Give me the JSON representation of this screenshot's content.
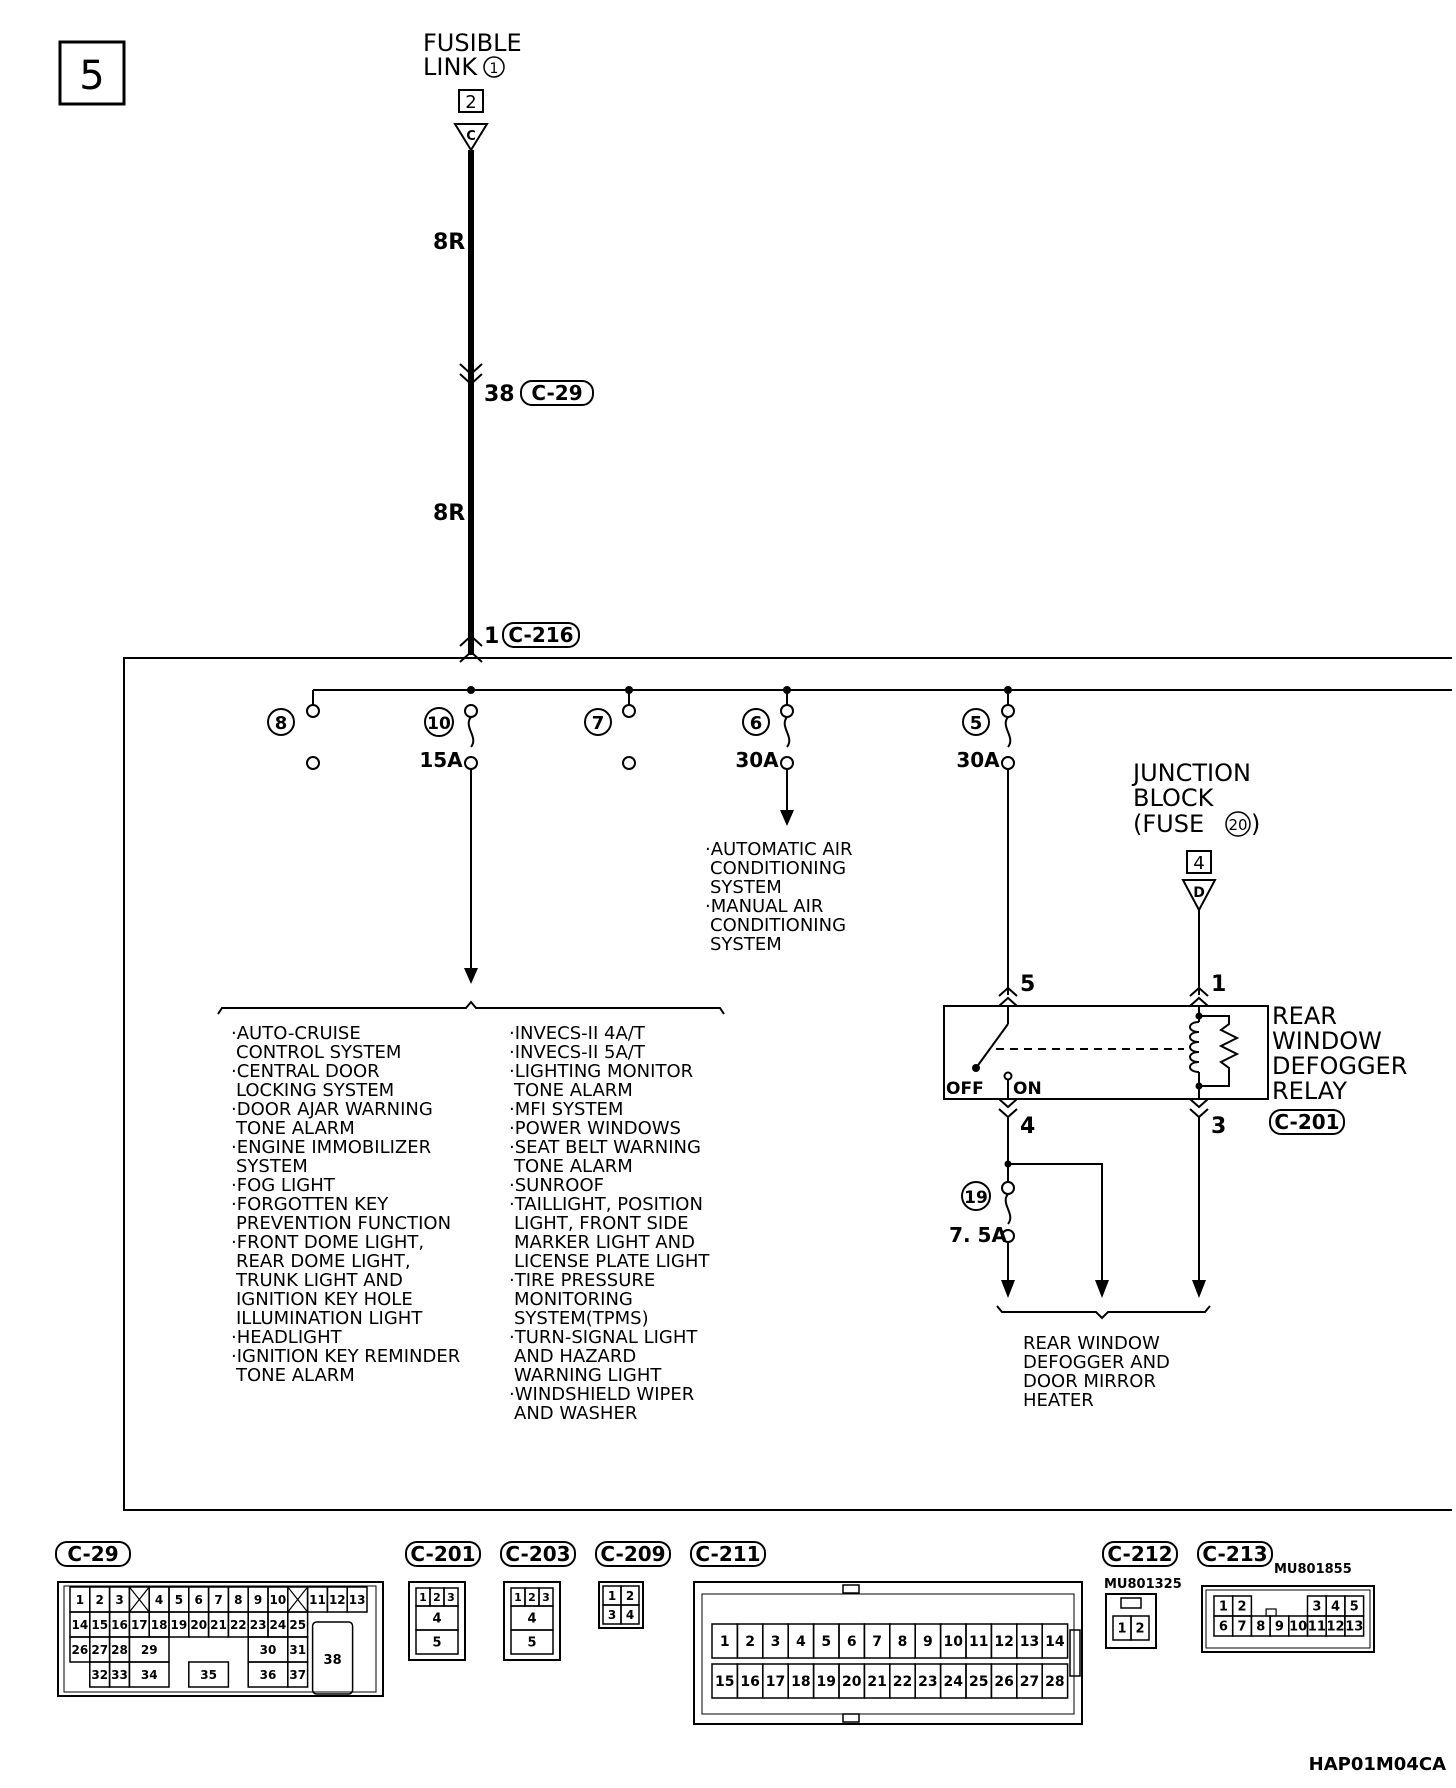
{
  "page_number": "5",
  "source": {
    "name_line1": "FUSIBLE",
    "name_line2": "LINK",
    "link_number": "1",
    "terminal": "2",
    "letter": "C"
  },
  "wires": {
    "upper_color": "8R",
    "lower_color": "8R"
  },
  "connectors_inline": {
    "c29": {
      "pin": "38",
      "label": "C-29"
    },
    "c216": {
      "pin": "1",
      "label": "C-216"
    }
  },
  "fuses": [
    {
      "number": "8",
      "amp": ""
    },
    {
      "number": "10",
      "amp": "15A"
    },
    {
      "number": "7",
      "amp": ""
    },
    {
      "number": "6",
      "amp": "30A"
    },
    {
      "number": "5",
      "amp": "30A"
    },
    {
      "number": "19",
      "amp": "7. 5A"
    }
  ],
  "ac_systems": [
    "·AUTOMATIC AIR",
    "CONDITIONING",
    "SYSTEM",
    "·MANUAL AIR",
    "CONDITIONING",
    "SYSTEM"
  ],
  "systems_left": [
    "·AUTO-CRUISE",
    "CONTROL SYSTEM",
    "·CENTRAL DOOR",
    "LOCKING SYSTEM",
    "·DOOR AJAR WARNING",
    "TONE ALARM",
    "·ENGINE IMMOBILIZER",
    "SYSTEM",
    "·FOG LIGHT",
    "·FORGOTTEN KEY",
    "PREVENTION FUNCTION",
    "·FRONT DOME LIGHT,",
    "REAR DOME LIGHT,",
    "TRUNK LIGHT AND",
    "IGNITION KEY HOLE",
    "ILLUMINATION LIGHT",
    "·HEADLIGHT",
    "·IGNITION KEY REMINDER",
    "TONE ALARM"
  ],
  "systems_right": [
    "·INVECS-II 4A/T",
    "·INVECS-II 5A/T",
    "·LIGHTING MONITOR",
    "TONE ALARM",
    "·MFI SYSTEM",
    "·POWER WINDOWS",
    "·SEAT BELT WARNING",
    "TONE ALARM",
    "·SUNROOF",
    "·TAILLIGHT, POSITION",
    "LIGHT, FRONT SIDE",
    "MARKER LIGHT AND",
    "LICENSE PLATE LIGHT",
    "·TIRE PRESSURE",
    "MONITORING",
    "SYSTEM(TPMS)",
    "·TURN-SIGNAL LIGHT",
    "AND HAZARD",
    "WARNING LIGHT",
    "·WINDSHIELD WIPER",
    "AND WASHER"
  ],
  "junction": {
    "line1": "JUNCTION",
    "line2": "BLOCK",
    "line3": "(FUSE",
    "fuse_number": "20",
    "line3_end": ")",
    "terminal": "4",
    "letter": "D"
  },
  "relay": {
    "name": [
      "REAR",
      "WINDOW",
      "DEFOGGER",
      "RELAY"
    ],
    "connector": "C-201",
    "pin_in_switch": "5",
    "pin_in_coil": "1",
    "pin_out_switch": "4",
    "pin_out_coil": "3",
    "off_label": "OFF",
    "on_label": "ON"
  },
  "load": [
    "REAR WINDOW",
    "DEFOGGER AND",
    "DOOR MIRROR",
    "HEATER"
  ],
  "connector_views": {
    "c29": {
      "label": "C-29",
      "row1": [
        "1",
        "2",
        "3",
        "",
        "4",
        "5",
        "6",
        "7",
        "8",
        "9",
        "10",
        "",
        "11",
        "12",
        "13"
      ],
      "row2": [
        "14",
        "15",
        "16",
        "17",
        "18",
        "19",
        "20",
        "21",
        "22",
        "23",
        "24",
        "25"
      ],
      "row3": [
        "26",
        "27",
        "28",
        "29",
        "30",
        "31"
      ],
      "row4": [
        "32",
        "33",
        "34",
        "35",
        "36",
        "37"
      ],
      "big": "38"
    },
    "c201": {
      "label": "C-201",
      "pins": [
        "1",
        "2",
        "3",
        "4",
        "5"
      ]
    },
    "c203": {
      "label": "C-203",
      "pins": [
        "1",
        "2",
        "3",
        "4",
        "5"
      ]
    },
    "c209": {
      "label": "C-209",
      "pins": [
        "1",
        "2",
        "3",
        "4"
      ]
    },
    "c211": {
      "label": "C-211",
      "top": [
        "1",
        "2",
        "3",
        "4",
        "5",
        "6",
        "7",
        "8",
        "9",
        "10",
        "11",
        "12",
        "13",
        "14"
      ],
      "bottom": [
        "15",
        "16",
        "17",
        "18",
        "19",
        "20",
        "21",
        "22",
        "23",
        "24",
        "25",
        "26",
        "27",
        "28"
      ]
    },
    "c212": {
      "label": "C-212",
      "part": "MU801325",
      "pins": [
        "1",
        "2"
      ]
    },
    "c213": {
      "label": "C-213",
      "part": "MU801855",
      "top": [
        "1",
        "2",
        "3",
        "4",
        "5"
      ],
      "bottom": [
        "6",
        "7",
        "8",
        "9",
        "10",
        "11",
        "12",
        "13"
      ]
    }
  },
  "figure_code": "HAP01M04CA"
}
